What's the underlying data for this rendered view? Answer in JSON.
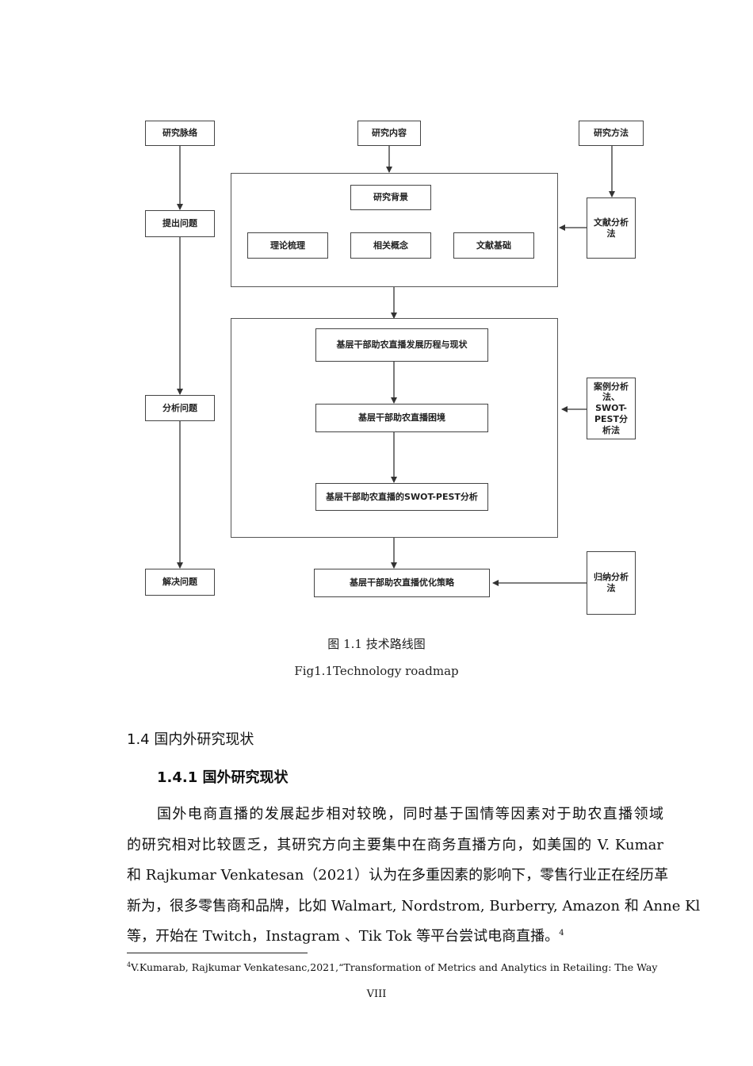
{
  "diagram": {
    "headers": {
      "context": "研究脉络",
      "content": "研究内容",
      "method": "研究方法"
    },
    "left_column": {
      "raise": "提出问题",
      "analyze": "分析问题",
      "solve": "解决问题"
    },
    "section1": {
      "background": "研究背景",
      "theory": "理论梳理",
      "concepts": "相关概念",
      "literature": "文献基础"
    },
    "section2": {
      "history": "基层干部助农直播发展历程与现状",
      "dilemma": "基层干部助农直播困境",
      "swot": "基层干部助农直播的SWOT-PEST分析"
    },
    "strategy": "基层干部助农直播优化策略",
    "methods": {
      "literature_method": "文献分析法",
      "case_method": "案例分析法、SWOT-PEST分析法",
      "inductive_method": "归纳分析法"
    }
  },
  "caption": {
    "cn": "图 1.1 技术路线图",
    "en": "Fig1.1Technology roadmap"
  },
  "section": {
    "heading": "1.4  国内外研究现状",
    "subheading": "1.4.1  国外研究现状",
    "paragraph_lines": [
      "国外电商直播的发展起步相对较晚，同时基于国情等因素对于助农直播领域",
      "的研究相对比较匮乏，其研究方向主要集中在商务直播方向，如美国的 V. Kumar",
      "和 Rajkumar Venkatesan（2021）认为在多重因素的影响下，零售行业正在经历革",
      "新为，很多零售商和品牌，比如 Walmart, Nordstrom, Burberry, Amazon 和 Anne Kl",
      "等，开始在 Twitch，Instagram 、Tik Tok 等平台尝试电商直播。"
    ],
    "footnote_ref": "4"
  },
  "footnote": {
    "mark": "4",
    "text": "V.Kumarab, Rajkumar Venkatesanc,2021,“Transformation of Metrics and Analytics in Retailing: The Way"
  },
  "page_number": "VIII"
}
